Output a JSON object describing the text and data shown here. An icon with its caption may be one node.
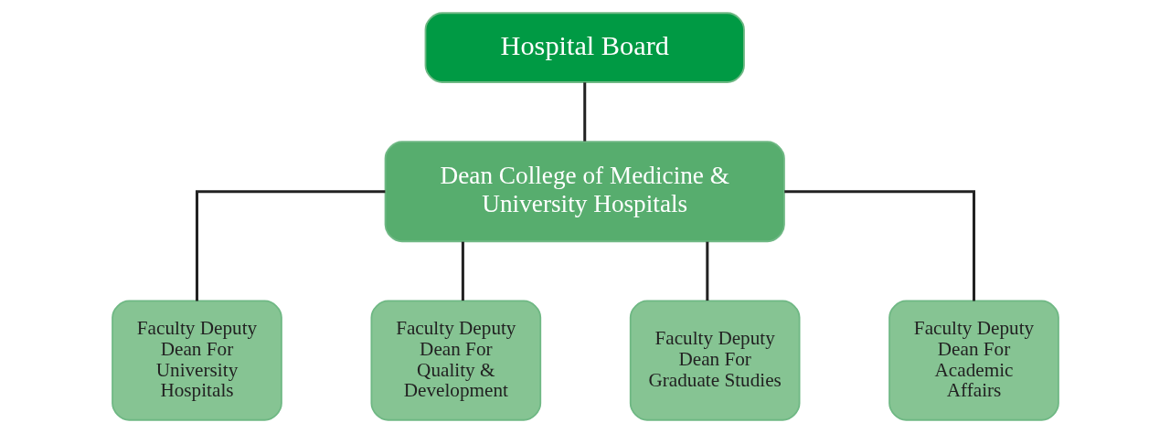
{
  "diagram": {
    "nodes": [
      {
        "text": [
          "Hospital Board"
        ]
      },
      {
        "text": [
          "Dean College of Medicine & University Hospitals"
        ]
      },
      {
        "text": [
          "Faculty Deputy Dean For University Hospitals"
        ]
      },
      {
        "text": [
          "Faculty Deputy Dean For Quality & Development"
        ]
      },
      {
        "text": [
          "Faculty Deputy Dean For Graduate Studies"
        ]
      },
      {
        "text": [
          "Faculty Deputy Dean For Academic Affairs"
        ]
      }
    ],
    "edges": [
      {
        "from": 0,
        "to": 1,
        "arrow": "none"
      },
      {
        "from": 1,
        "to": 2,
        "arrow": "none"
      },
      {
        "from": 1,
        "to": 3,
        "arrow": "none"
      },
      {
        "from": 1,
        "to": 4,
        "arrow": "none"
      },
      {
        "from": 1,
        "to": 5,
        "arrow": "none"
      }
    ]
  }
}
